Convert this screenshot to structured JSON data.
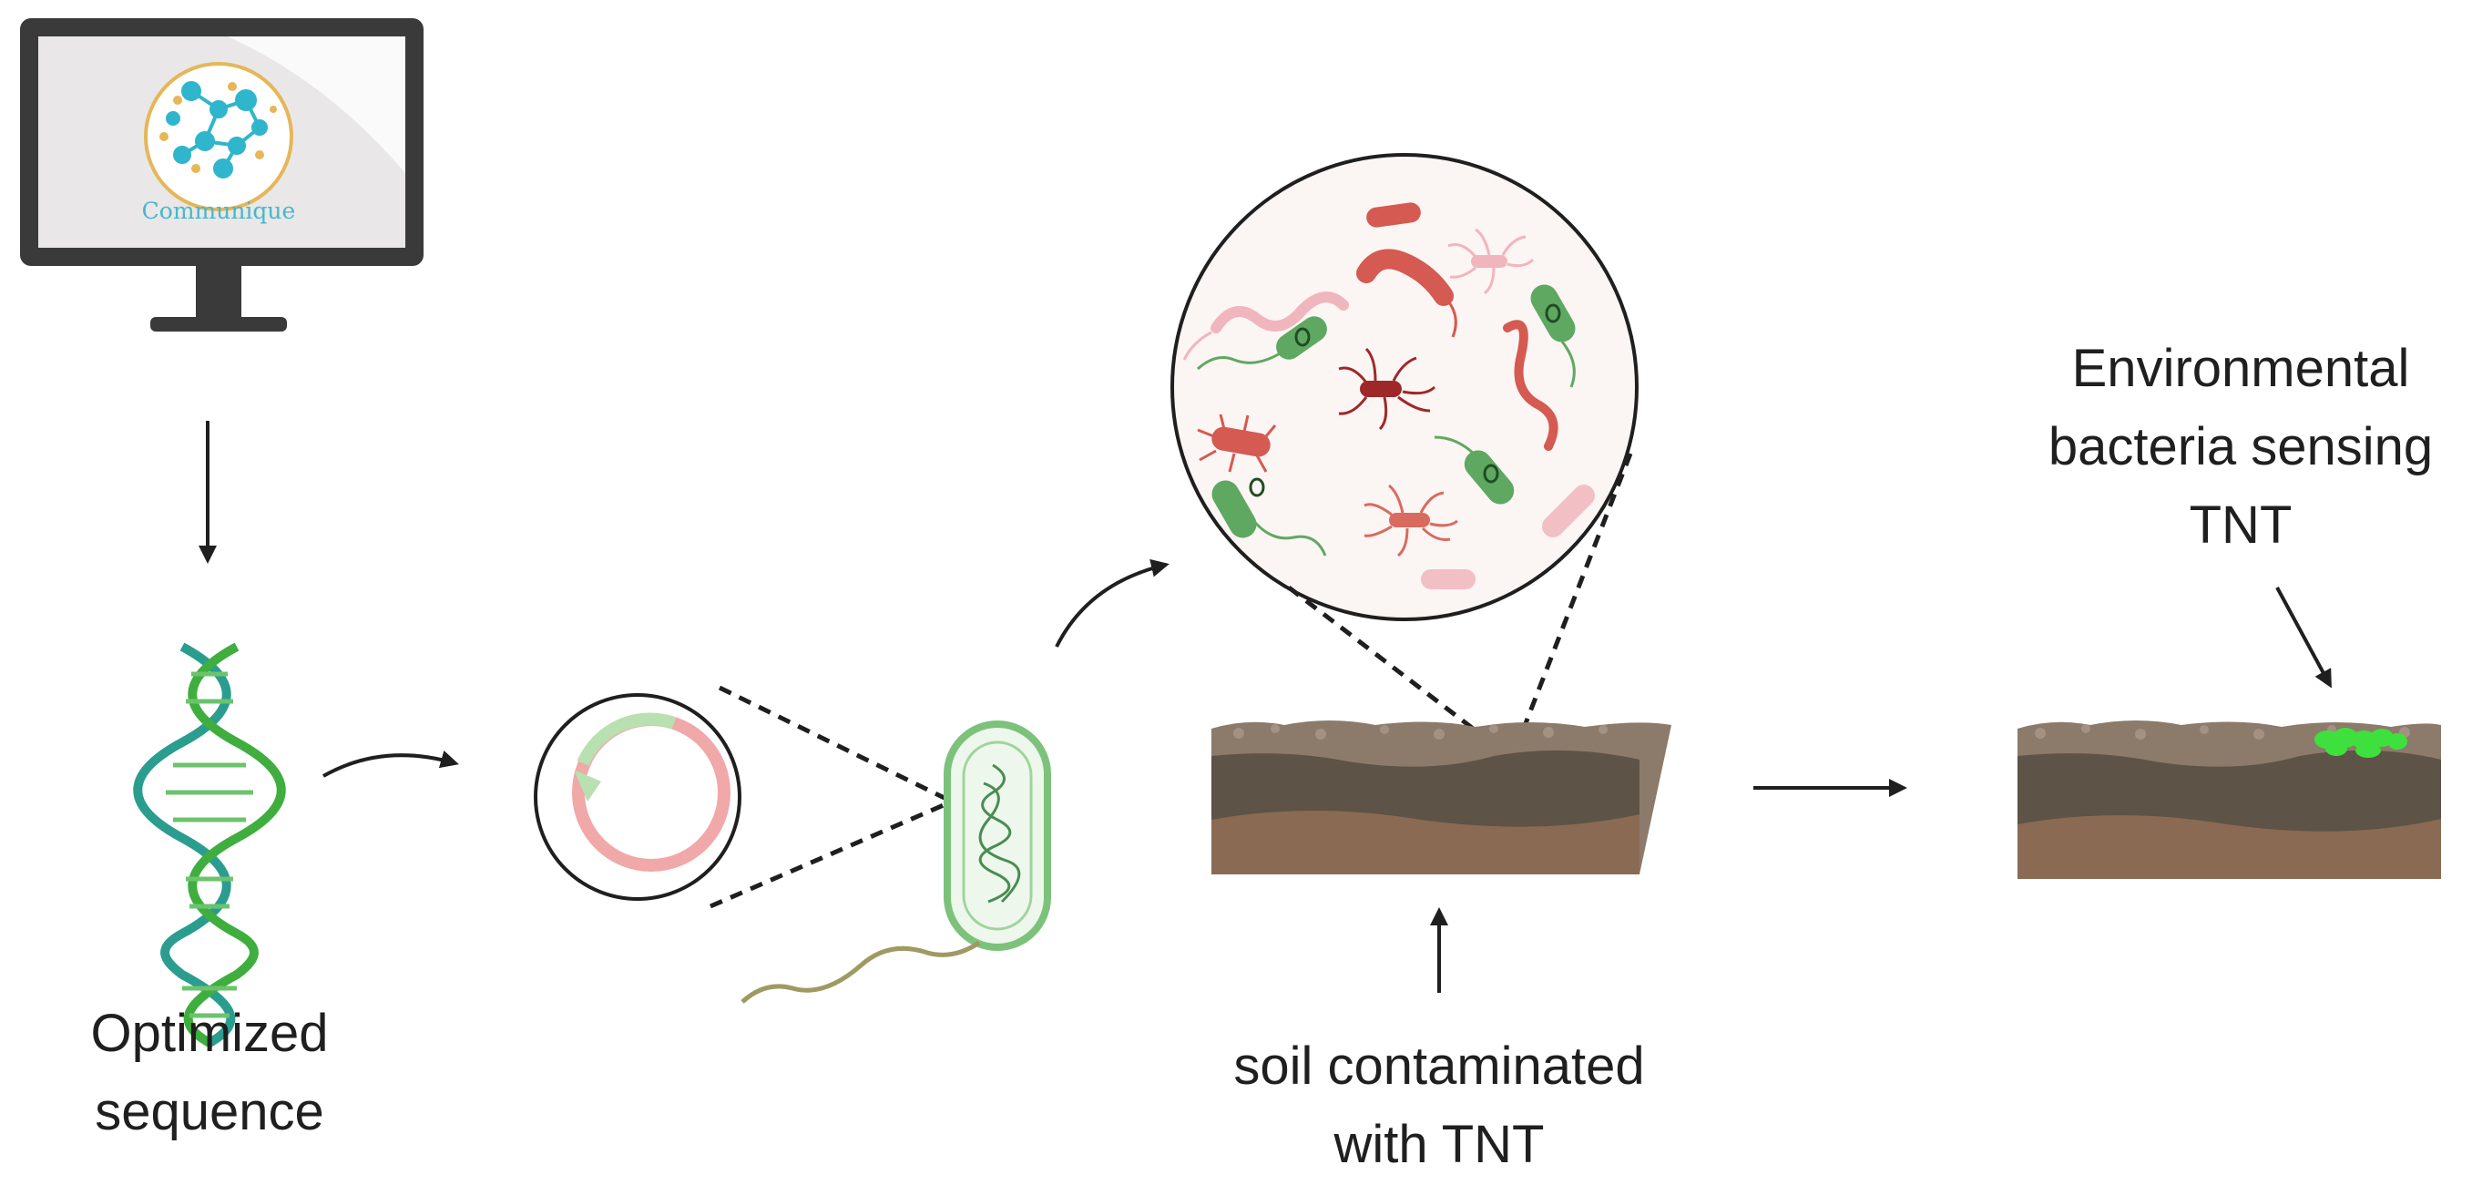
{
  "monitor": {
    "logo_text": "Communique",
    "logo_colors": {
      "ring": "#e6b658",
      "nodes": "#2fb5cc",
      "dots": "#e6b658",
      "text": "#45b8cc"
    }
  },
  "labels": {
    "optimized_sequence": [
      "Optimized",
      "sequence"
    ],
    "soil_contaminated": [
      "soil contaminated",
      "with TNT"
    ],
    "environmental_sensing": [
      "Environmental",
      "bacteria sensing",
      "TNT"
    ]
  },
  "colors": {
    "dna_teal": "#2a9d8f",
    "dna_green": "#3fae3f",
    "plasmid_pink": "#f0a8a8",
    "plasmid_green": "#b9e0b0",
    "bacterium_green": "#7cc27a",
    "soil_top": "#8c7a6b",
    "soil_mid": "#5d5346",
    "soil_bottom": "#8a6a53",
    "glow_green": "#3ee03e"
  }
}
